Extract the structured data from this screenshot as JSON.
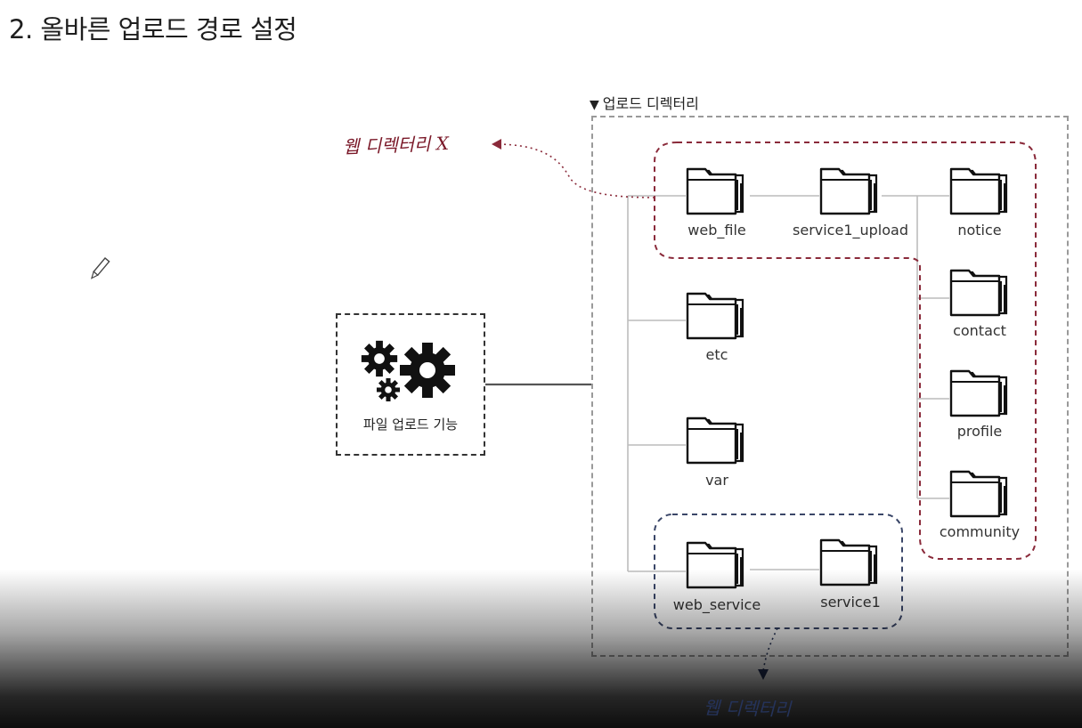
{
  "title": "2. 올바른 업로드 경로 설정",
  "upload_dir": {
    "arrow": "▼",
    "label": "업로드 디렉터리"
  },
  "feature": {
    "label": "파일 업로드 기능",
    "icon": "gears-icon"
  },
  "folders": {
    "web_file": "web_file",
    "service1_upload": "service1_upload",
    "notice": "notice",
    "contact": "contact",
    "profile": "profile",
    "community": "community",
    "etc": "etc",
    "var": "var",
    "web_service": "web_service",
    "service1": "service1"
  },
  "annotations": {
    "not_web_dir": "웹 디렉터리 X",
    "web_dir": "웹 디렉터리"
  },
  "colors": {
    "red_annotation": "#7a1828",
    "blue_annotation": "#25335a",
    "dir_border": "#9a9a9a",
    "line": "#bcbcbc"
  }
}
